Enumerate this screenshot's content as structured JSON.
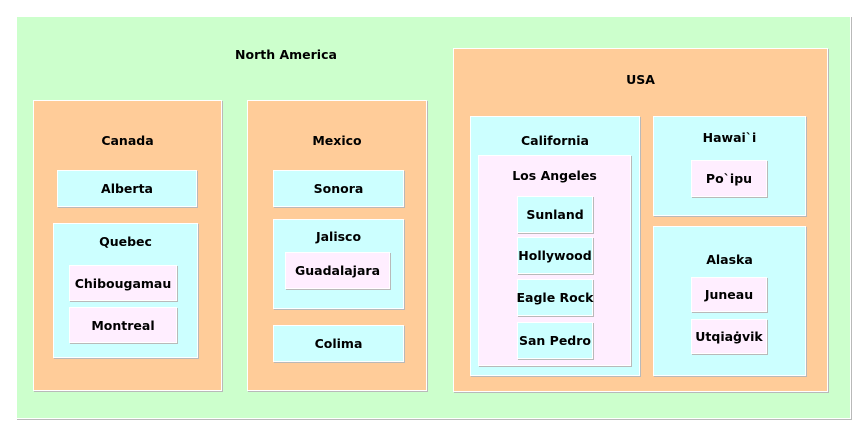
{
  "colors": {
    "continent": "#ccffcc",
    "country": "#ffcc99",
    "region": "#ccffff",
    "city": "#ffeeff"
  },
  "root": {
    "label": "North America",
    "countries": [
      {
        "label": "Canada",
        "regions": [
          {
            "label": "Alberta",
            "cities": []
          },
          {
            "label": "Quebec",
            "cities": [
              "Chibougamau",
              "Montreal"
            ]
          }
        ]
      },
      {
        "label": "Mexico",
        "regions": [
          {
            "label": "Sonora",
            "cities": []
          },
          {
            "label": "Jalisco",
            "cities": [
              "Guadalajara"
            ]
          },
          {
            "label": "Colima",
            "cities": []
          }
        ]
      },
      {
        "label": "USA",
        "regions": [
          {
            "label": "California",
            "city": {
              "label": "Los Angeles",
              "districts": [
                "Sunland",
                "Hollywood",
                "Eagle Rock",
                "San Pedro"
              ]
            }
          },
          {
            "label": "Hawai`i",
            "cities": [
              "Po`ipu"
            ]
          },
          {
            "label": "Alaska",
            "cities": [
              "Juneau",
              "Utqiaġvik"
            ]
          }
        ]
      }
    ]
  }
}
